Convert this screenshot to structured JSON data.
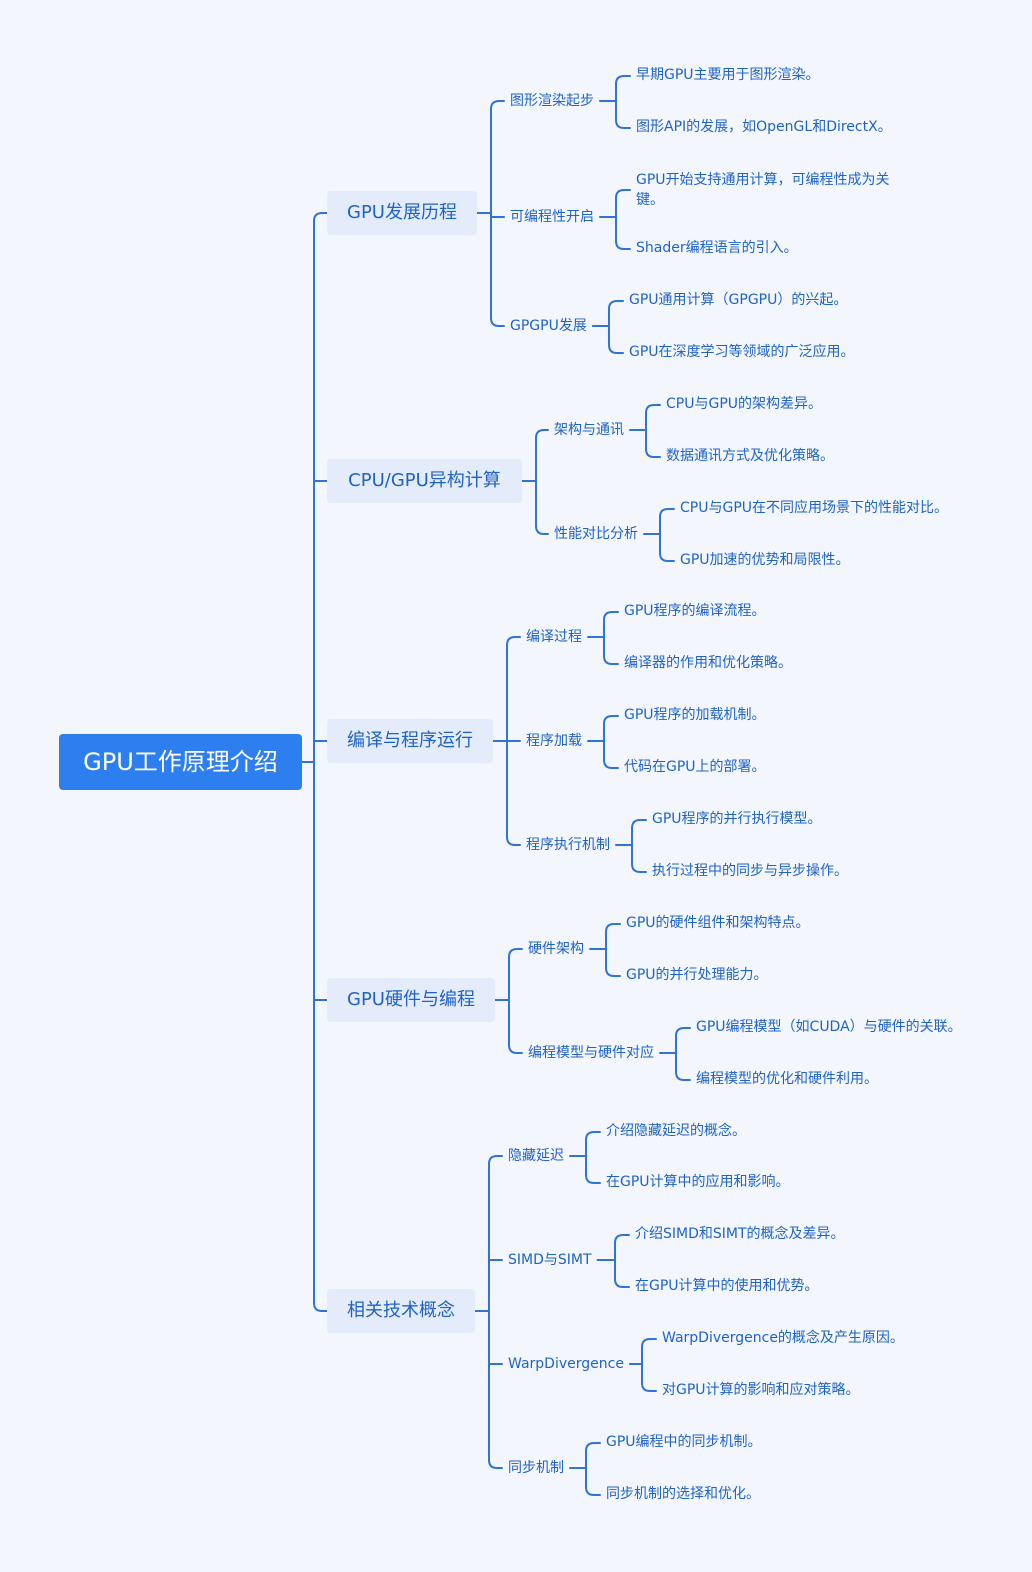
{
  "colors": {
    "background": "#f3f6fc",
    "accent": "#2d7ff0",
    "line": "#2f74d6",
    "text": "#1f63c8",
    "branch_bg": "#e4ebfa"
  },
  "root": {
    "label": "GPU工作原理介绍"
  },
  "branches": [
    {
      "label": "GPU发展历程",
      "children": [
        {
          "label": "图形渲染起步",
          "leaves": [
            "早期GPU主要用于图形渲染。",
            "图形API的发展，如OpenGL和DirectX。"
          ]
        },
        {
          "label": "可编程性开启",
          "leaves": [
            "GPU开始支持通用计算，可编程性成为关键。",
            "Shader编程语言的引入。"
          ]
        },
        {
          "label": "GPGPU发展",
          "leaves": [
            "GPU通用计算（GPGPU）的兴起。",
            "GPU在深度学习等领域的广泛应用。"
          ]
        }
      ]
    },
    {
      "label": "CPU/GPU异构计算",
      "children": [
        {
          "label": "架构与通讯",
          "leaves": [
            "CPU与GPU的架构差异。",
            "数据通讯方式及优化策略。"
          ]
        },
        {
          "label": "性能对比分析",
          "leaves": [
            "CPU与GPU在不同应用场景下的性能对比。",
            "GPU加速的优势和局限性。"
          ]
        }
      ]
    },
    {
      "label": "编译与程序运行",
      "children": [
        {
          "label": "编译过程",
          "leaves": [
            "GPU程序的编译流程。",
            "编译器的作用和优化策略。"
          ]
        },
        {
          "label": "程序加载",
          "leaves": [
            "GPU程序的加载机制。",
            "代码在GPU上的部署。"
          ]
        },
        {
          "label": "程序执行机制",
          "leaves": [
            "GPU程序的并行执行模型。",
            "执行过程中的同步与异步操作。"
          ]
        }
      ]
    },
    {
      "label": "GPU硬件与编程",
      "children": [
        {
          "label": "硬件架构",
          "leaves": [
            "GPU的硬件组件和架构特点。",
            "GPU的并行处理能力。"
          ]
        },
        {
          "label": "编程模型与硬件对应",
          "leaves": [
            "GPU编程模型（如CUDA）与硬件的关联。",
            "编程模型的优化和硬件利用。"
          ]
        }
      ]
    },
    {
      "label": "相关技术概念",
      "children": [
        {
          "label": "隐藏延迟",
          "leaves": [
            "介绍隐藏延迟的概念。",
            "在GPU计算中的应用和影响。"
          ]
        },
        {
          "label": "SIMD与SIMT",
          "leaves": [
            "介绍SIMD和SIMT的概念及差异。",
            "在GPU计算中的使用和优势。"
          ]
        },
        {
          "label": "WarpDivergence",
          "leaves": [
            "WarpDivergence的概念及产生原因。",
            "对GPU计算的影响和应对策略。"
          ]
        },
        {
          "label": "同步机制",
          "leaves": [
            "GPU编程中的同步机制。",
            "同步机制的选择和优化。"
          ]
        }
      ]
    }
  ]
}
